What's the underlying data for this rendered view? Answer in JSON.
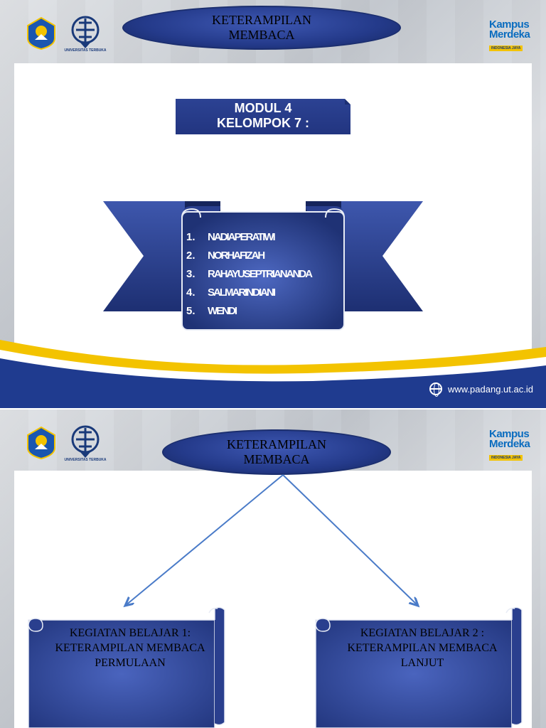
{
  "slide1": {
    "title_line1": "KETERAMPILAN",
    "title_line2": "MEMBACA",
    "modul_line1": "MODUL 4",
    "modul_line2": "KELOMPOK 7 :",
    "members": [
      {
        "num": "1.",
        "name": "NADIAPERATIWI"
      },
      {
        "num": "2.",
        "name": "NORHAFIZAH"
      },
      {
        "num": "3.",
        "name": "RAHAYUSEPTRIANANDA"
      },
      {
        "num": "4.",
        "name": "SALMARINDIANI"
      },
      {
        "num": "5.",
        "name": "WENDI"
      }
    ],
    "website": "www.padang.ut.ac.id"
  },
  "slide2": {
    "title_line1": "KETERAMPILAN",
    "title_line2": "MEMBACA",
    "left_box": "KEGIATAN BELAJAR 1:  KETERAMPILAN MEMBACA PERMULAAN",
    "right_box": "KEGIATAN BELAJAR 2 :  KETERAMPILAN MEMBACA  LANJUT"
  },
  "logos": {
    "ut_text": "UNIVERSITAS TERBUKA",
    "km_line1": "Kampus",
    "km_line2": "Merdeka",
    "km_tag": "INDONESIA JAYA"
  },
  "colors": {
    "primary_blue": "#223580",
    "accent_yellow": "#f3c300",
    "footer_blue": "#1f3b8f"
  }
}
